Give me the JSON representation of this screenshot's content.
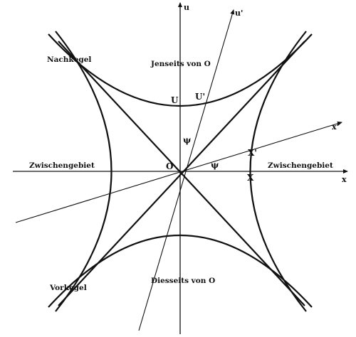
{
  "labels": {
    "u_axis": "u",
    "x_axis": "x",
    "u_prime_axis": "u'",
    "x_prime_axis": "x'",
    "origin": "O",
    "point_U": "U",
    "point_U_prime": "U'",
    "point_X": "X",
    "point_X_prime": "X'",
    "angle_u": "ψ",
    "angle_x": "ψ",
    "nachkegel": "Nachkegel",
    "vorkegel": "Vorkegel",
    "jenseits": "Jenseits von O",
    "diesseits": "Diesseits von O",
    "zwischengebiet_left": "Zwischengebiet",
    "zwischengebiet_right": "Zwischengebiet"
  },
  "colors": {
    "ink": "#111111",
    "paper": "#ffffff"
  }
}
